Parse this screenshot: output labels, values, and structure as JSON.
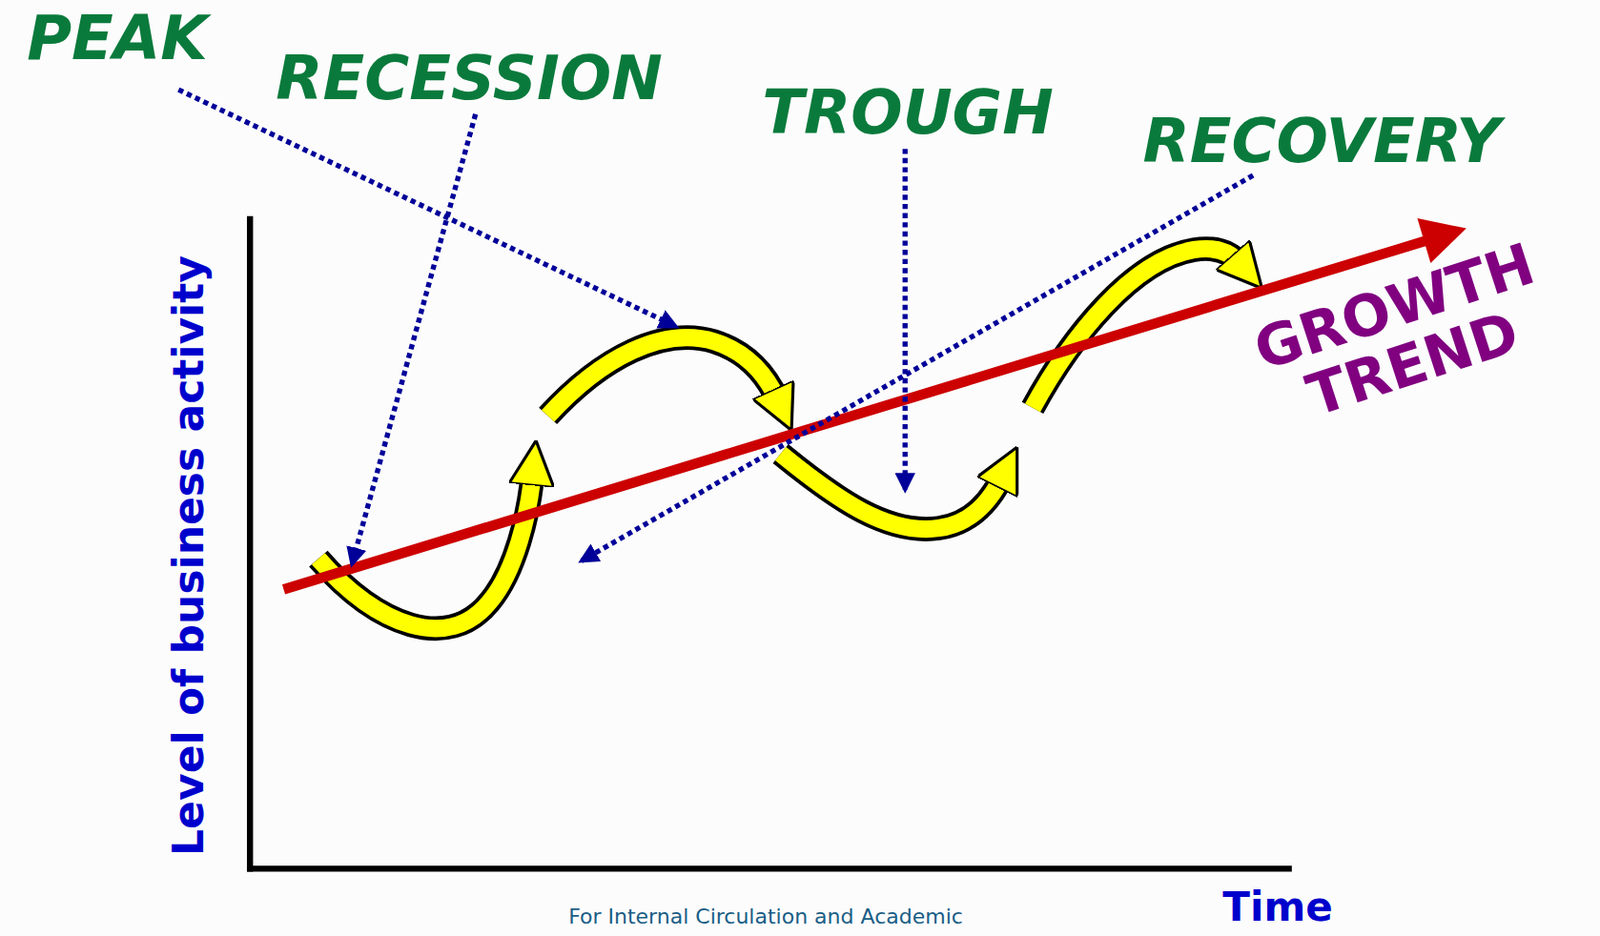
{
  "diagram": {
    "labels": [
      "PEAK",
      "RECESSION",
      "TROUGH",
      "RECOVERY",
      "GROWTH TREND",
      "Level of business activity",
      "Time",
      "For Internal Circulation and Academic"
    ]
  }
}
